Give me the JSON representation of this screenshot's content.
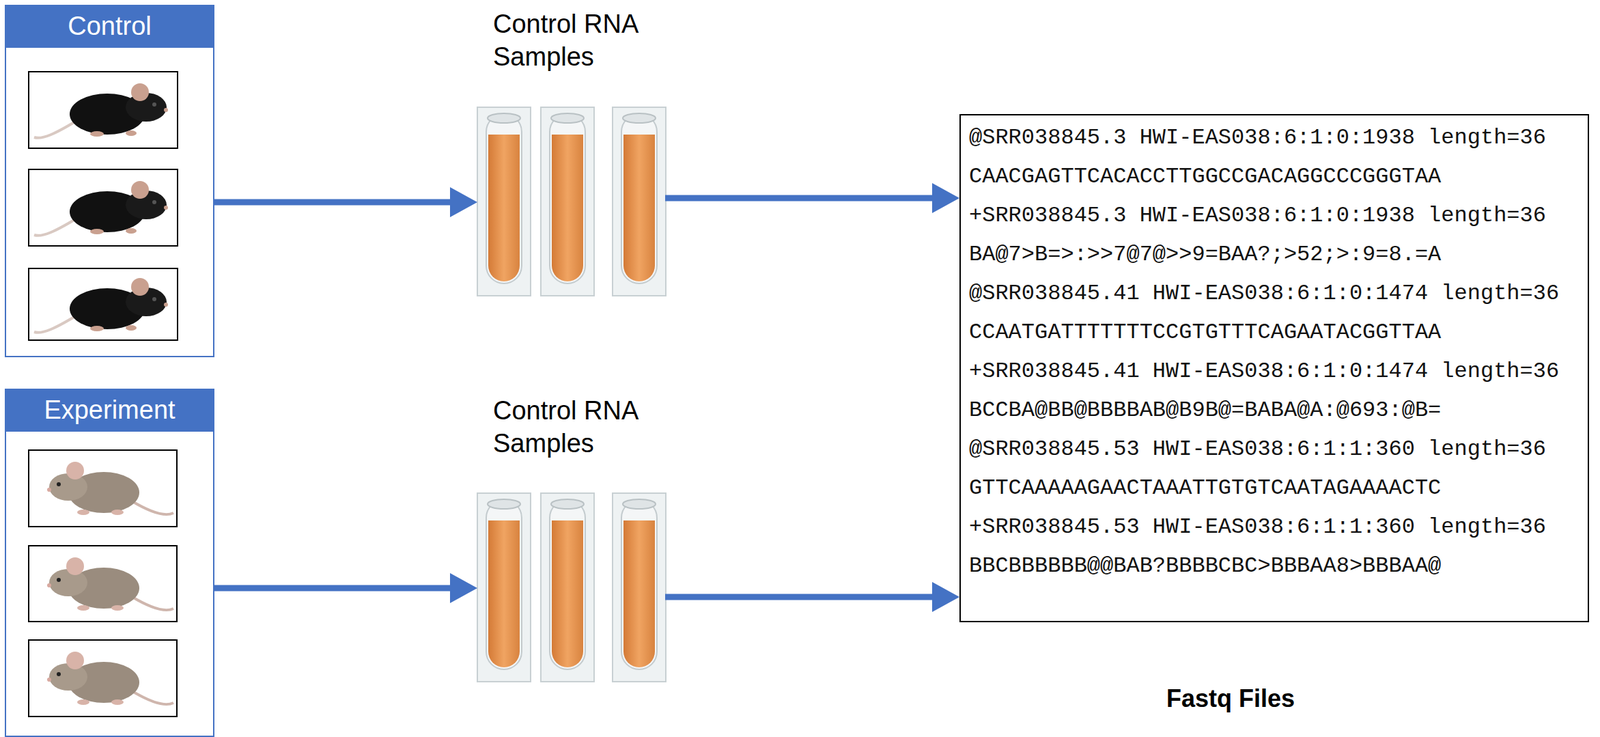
{
  "diagram": {
    "nodes": [
      {
        "text": [
          "Control"
        ]
      },
      {
        "text": [
          "Control RNA Samples"
        ]
      },
      {
        "text": [
          "Experiment"
        ]
      },
      {
        "text": [
          "Control RNA Samples"
        ]
      },
      {
        "text": [
          "@SRR038845.3 HWI-EAS038:6:1:0:1938 length=36",
          "CAACGAGTTCACACCTTGGCCGACAGGCCCGGGTAA",
          "+SRR038845.3 HWI-EAS038:6:1:0:1938 length=36",
          "BA@7>B=>:>>7@7@>>9=BAA?;>52;>:9=8.=A",
          "@SRR038845.41 HWI-EAS038:6:1:0:1474 length=36",
          "CCAATGATTTTTTTCCGTGTTTCAGAATACGGTTAA",
          "+SRR038845.41 HWI-EAS038:6:1:0:1474 length=36",
          "BCCBA@BB@BBBBAB@B9B@=BABA@A:@693:@B=",
          "@SRR038845.53 HWI-EAS038:6:1:1:360 length=36",
          "GTTCAAAAAGAACTAAATTGTGTCAATAGAAAACTC",
          "+SRR038845.53 HWI-EAS038:6:1:1:360 length=36",
          "BBCBBBBBB@@BAB?BBBBCBC>BBBAA8>BBBAA@",
          "Fastq Files"
        ]
      }
    ],
    "edges": [
      {
        "from": 0,
        "to": 1,
        "arrow": "to"
      },
      {
        "from": 1,
        "to": 4,
        "arrow": "to"
      },
      {
        "from": 2,
        "to": 3,
        "arrow": "to"
      },
      {
        "from": 3,
        "to": 4,
        "arrow": "to"
      }
    ]
  }
}
